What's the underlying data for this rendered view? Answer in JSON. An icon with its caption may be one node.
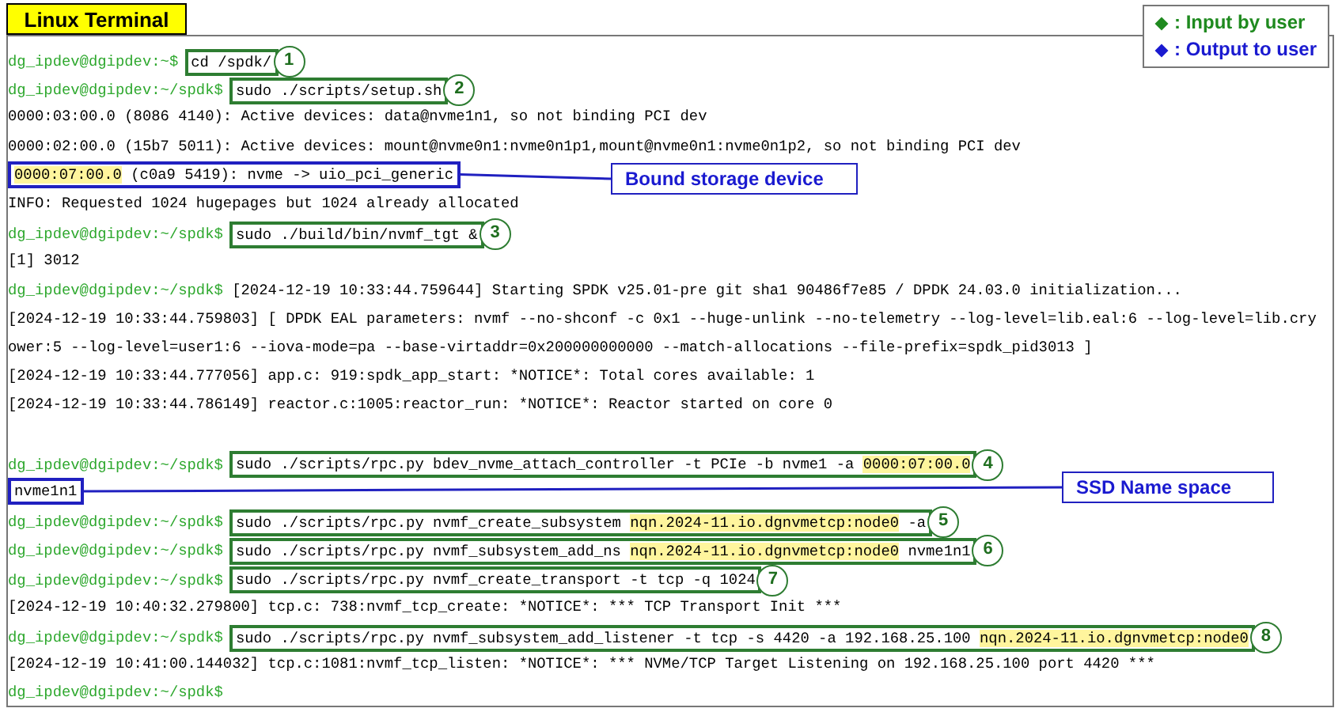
{
  "diagram": {
    "nodes": [
      {
        "text": [
          "Linux Terminal"
        ]
      },
      {
        "text": [
          "cd /spdk/"
        ],
        "in": 0
      },
      {
        "text": [
          "1"
        ],
        "in": 0
      },
      {
        "text": [
          "sudo ./scripts/setup.sh"
        ],
        "in": 0
      },
      {
        "text": [
          "2"
        ],
        "in": 0
      },
      {
        "text": [
          "0000:07:00.0",
          "(c0a9 5419): nvme -> uio_pci_generic"
        ],
        "in": 0
      },
      {
        "text": [
          "Bound storage device"
        ],
        "in": 0
      },
      {
        "text": [
          "sudo ./build/bin/nvmf_tgt &"
        ],
        "in": 0
      },
      {
        "text": [
          "3"
        ],
        "in": 0
      },
      {
        "text": [
          "sudo ./scripts/rpc.py bdev_nvme_attach_controller -t PCIe -b nvme1 -a",
          "0000:07:00.0"
        ],
        "in": 0
      },
      {
        "text": [
          "4"
        ],
        "in": 0
      },
      {
        "text": [
          "nvme1n1"
        ],
        "in": 0
      },
      {
        "text": [
          "SSD Name space"
        ],
        "in": 0
      },
      {
        "text": [
          "sudo ./scripts/rpc.py nvmf_create_subsystem",
          "nqn.2024-11.io.dgnvmetcp:node0",
          "-a"
        ],
        "in": 0
      },
      {
        "text": [
          "5"
        ],
        "in": 0
      },
      {
        "text": [
          "sudo ./scripts/rpc.py nvmf_subsystem_add_ns",
          "nqn.2024-11.io.dgnvmetcp:node0",
          "nvme1n1"
        ],
        "in": 0
      },
      {
        "text": [
          "6"
        ],
        "in": 0
      },
      {
        "text": [
          "sudo ./scripts/rpc.py nvmf_create_transport -t tcp -q 1024"
        ],
        "in": 0
      },
      {
        "text": [
          "7"
        ],
        "in": 0
      },
      {
        "text": [
          "sudo ./scripts/rpc.py nvmf_subsystem_add_listener -t tcp -s 4420 -a 192.168.25.100",
          "nqn.2024-11.io.dgnvmetcp:node0"
        ],
        "in": 0
      },
      {
        "text": [
          "8"
        ],
        "in": 0
      }
    ],
    "edges": [
      {
        "from": 5,
        "to": 6,
        "arrow": "none"
      },
      {
        "from": 11,
        "to": 12,
        "arrow": "none"
      }
    ],
    "labels": [
      "dg_ipdev@dgipdev:~$",
      "dg_ipdev@dgipdev:~/spdk$",
      "0000:03:00.0 (8086 4140): Active devices: data@nvme1n1, so not binding PCI dev",
      "0000:02:00.0 (15b7 5011): Active devices: mount@nvme0n1:nvme0n1p1,mount@nvme0n1:nvme0n1p2, so not binding PCI dev",
      "INFO: Requested 1024 hugepages but 1024 already allocated",
      "dg_ipdev@dgipdev:~/spdk$",
      "[1] 3012",
      "dg_ipdev@dgipdev:~/spdk$",
      "[2024-12-19 10:33:44.759644] Starting SPDK v25.01-pre git sha1 90486f7e85 / DPDK 24.03.0 initialization...",
      "[2024-12-19 10:33:44.759803] [ DPDK EAL parameters: nvmf --no-shconf -c 0x1 --huge-unlink --no-telemetry --log-level=lib.eal:6 --log-level=lib.cry",
      "ower:5 --log-level=user1:6 --iova-mode=pa --base-virtaddr=0x200000000000 --match-allocations --file-prefix=spdk_pid3013 ]",
      "[2024-12-19 10:33:44.777056] app.c: 919:spdk_app_start: *NOTICE*: Total cores available: 1",
      "[2024-12-19 10:33:44.786149] reactor.c:1005:reactor_run: *NOTICE*: Reactor started on core 0",
      "dg_ipdev@dgipdev:~/spdk$",
      "dg_ipdev@dgipdev:~/spdk$",
      "dg_ipdev@dgipdev:~/spdk$",
      "dg_ipdev@dgipdev:~/spdk$",
      "[2024-12-19 10:40:32.279800] tcp.c: 738:nvmf_tcp_create: *NOTICE*: *** TCP Transport Init ***",
      "dg_ipdev@dgipdev:~/spdk$",
      "[2024-12-19 10:41:00.144032] tcp.c:1081:nvmf_tcp_listen: *NOTICE*: *** NVMe/TCP Target Listening on 192.168.25.100 port 4420 ***",
      "dg_ipdev@dgipdev:~/spdk$"
    ],
    "legend": [
      {
        "text": ": Input by user",
        "color": "#1f8a1f"
      },
      {
        "text": ": Output to user",
        "color": "#1a1ad0"
      }
    ]
  }
}
